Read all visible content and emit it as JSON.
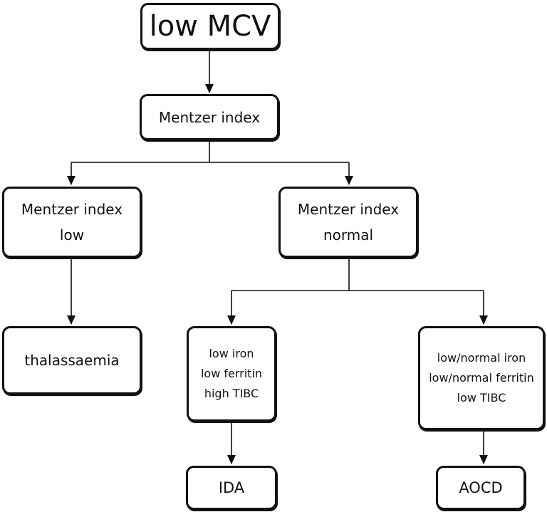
{
  "diagram": {
    "root": {
      "lines": [
        "low MCV"
      ]
    },
    "mentzer": {
      "lines": [
        "Mentzer index"
      ]
    },
    "mentzer_low": {
      "lines": [
        "Mentzer index",
        "low"
      ]
    },
    "mentzer_normal": {
      "lines": [
        "Mentzer index",
        "normal"
      ]
    },
    "thal": {
      "lines": [
        "thalassaemia"
      ]
    },
    "ida_criteria": {
      "lines": [
        "low iron",
        "low ferritin",
        "high TIBC"
      ]
    },
    "aocd_criteria": {
      "lines": [
        "low/normal iron",
        "low/normal ferritin",
        "low TIBC"
      ]
    },
    "ida": {
      "lines": [
        "IDA"
      ]
    },
    "aocd": {
      "lines": [
        "AOCD"
      ]
    }
  }
}
